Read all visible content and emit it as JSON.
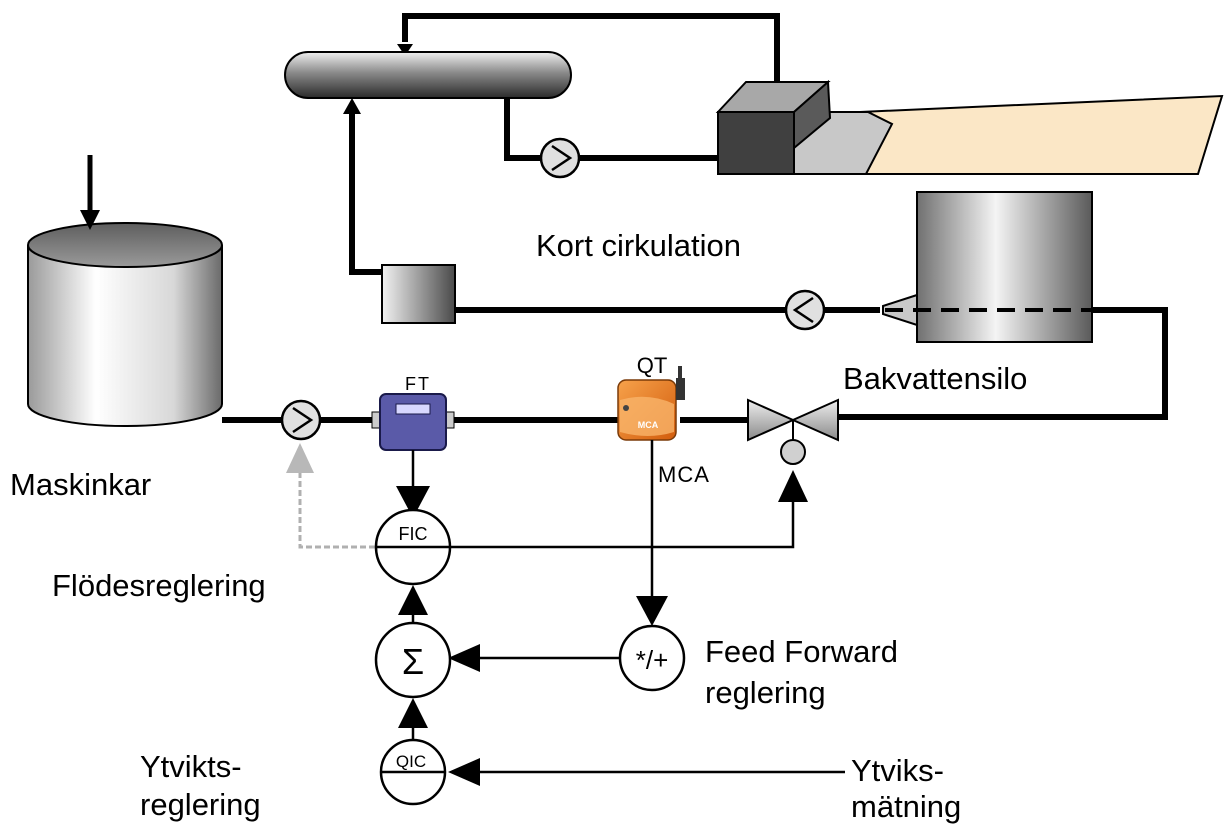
{
  "labels": {
    "kort_cirkulation": "Kort cirkulation",
    "bakvattensilo": "Bakvattensilo",
    "maskinkar": "Maskinkar",
    "flodesreglering": "Flödesreglering",
    "feed_forward_line1": "Feed Forward",
    "feed_forward_line2": "reglering",
    "ytvikts_line1": "Ytvikts-",
    "ytvikts_line2": "reglering",
    "ytviks_line1": "Ytviks-",
    "ytviks_line2": "mätning",
    "ft": "FT",
    "qt": "QT",
    "mca": "MCA",
    "fic": "FIC",
    "qic": "QIC",
    "sum_symbol": "Σ",
    "ff_symbol": "*/+",
    "mca_device_text": "MCA"
  },
  "colors": {
    "line": "#000000",
    "flowmeter": "#5a5aa8",
    "mca_device": "#e8751a",
    "paper_web": "#fbe7c6",
    "dashed_feedback": "#b0b0b0"
  }
}
